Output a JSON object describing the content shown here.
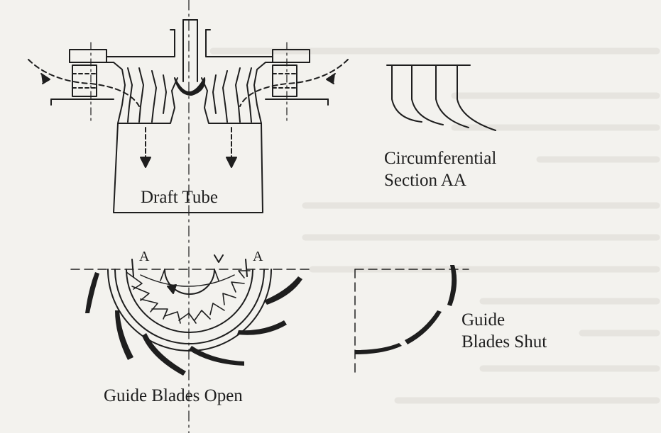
{
  "labels": {
    "draft_tube": "Draft Tube",
    "circumferential_line1": "Circumferential",
    "circumferential_line2": "Section AA",
    "section_marker_left": "A",
    "section_marker_right": "A",
    "guide_blades_shut_line1": "Guide",
    "guide_blades_shut_line2": "Blades Shut",
    "guide_blades_open": "Guide Blades Open"
  },
  "colors": {
    "ink": "#1e1e1e",
    "paper": "#f3f2ee",
    "bleed_text": "#d6d4ce"
  }
}
